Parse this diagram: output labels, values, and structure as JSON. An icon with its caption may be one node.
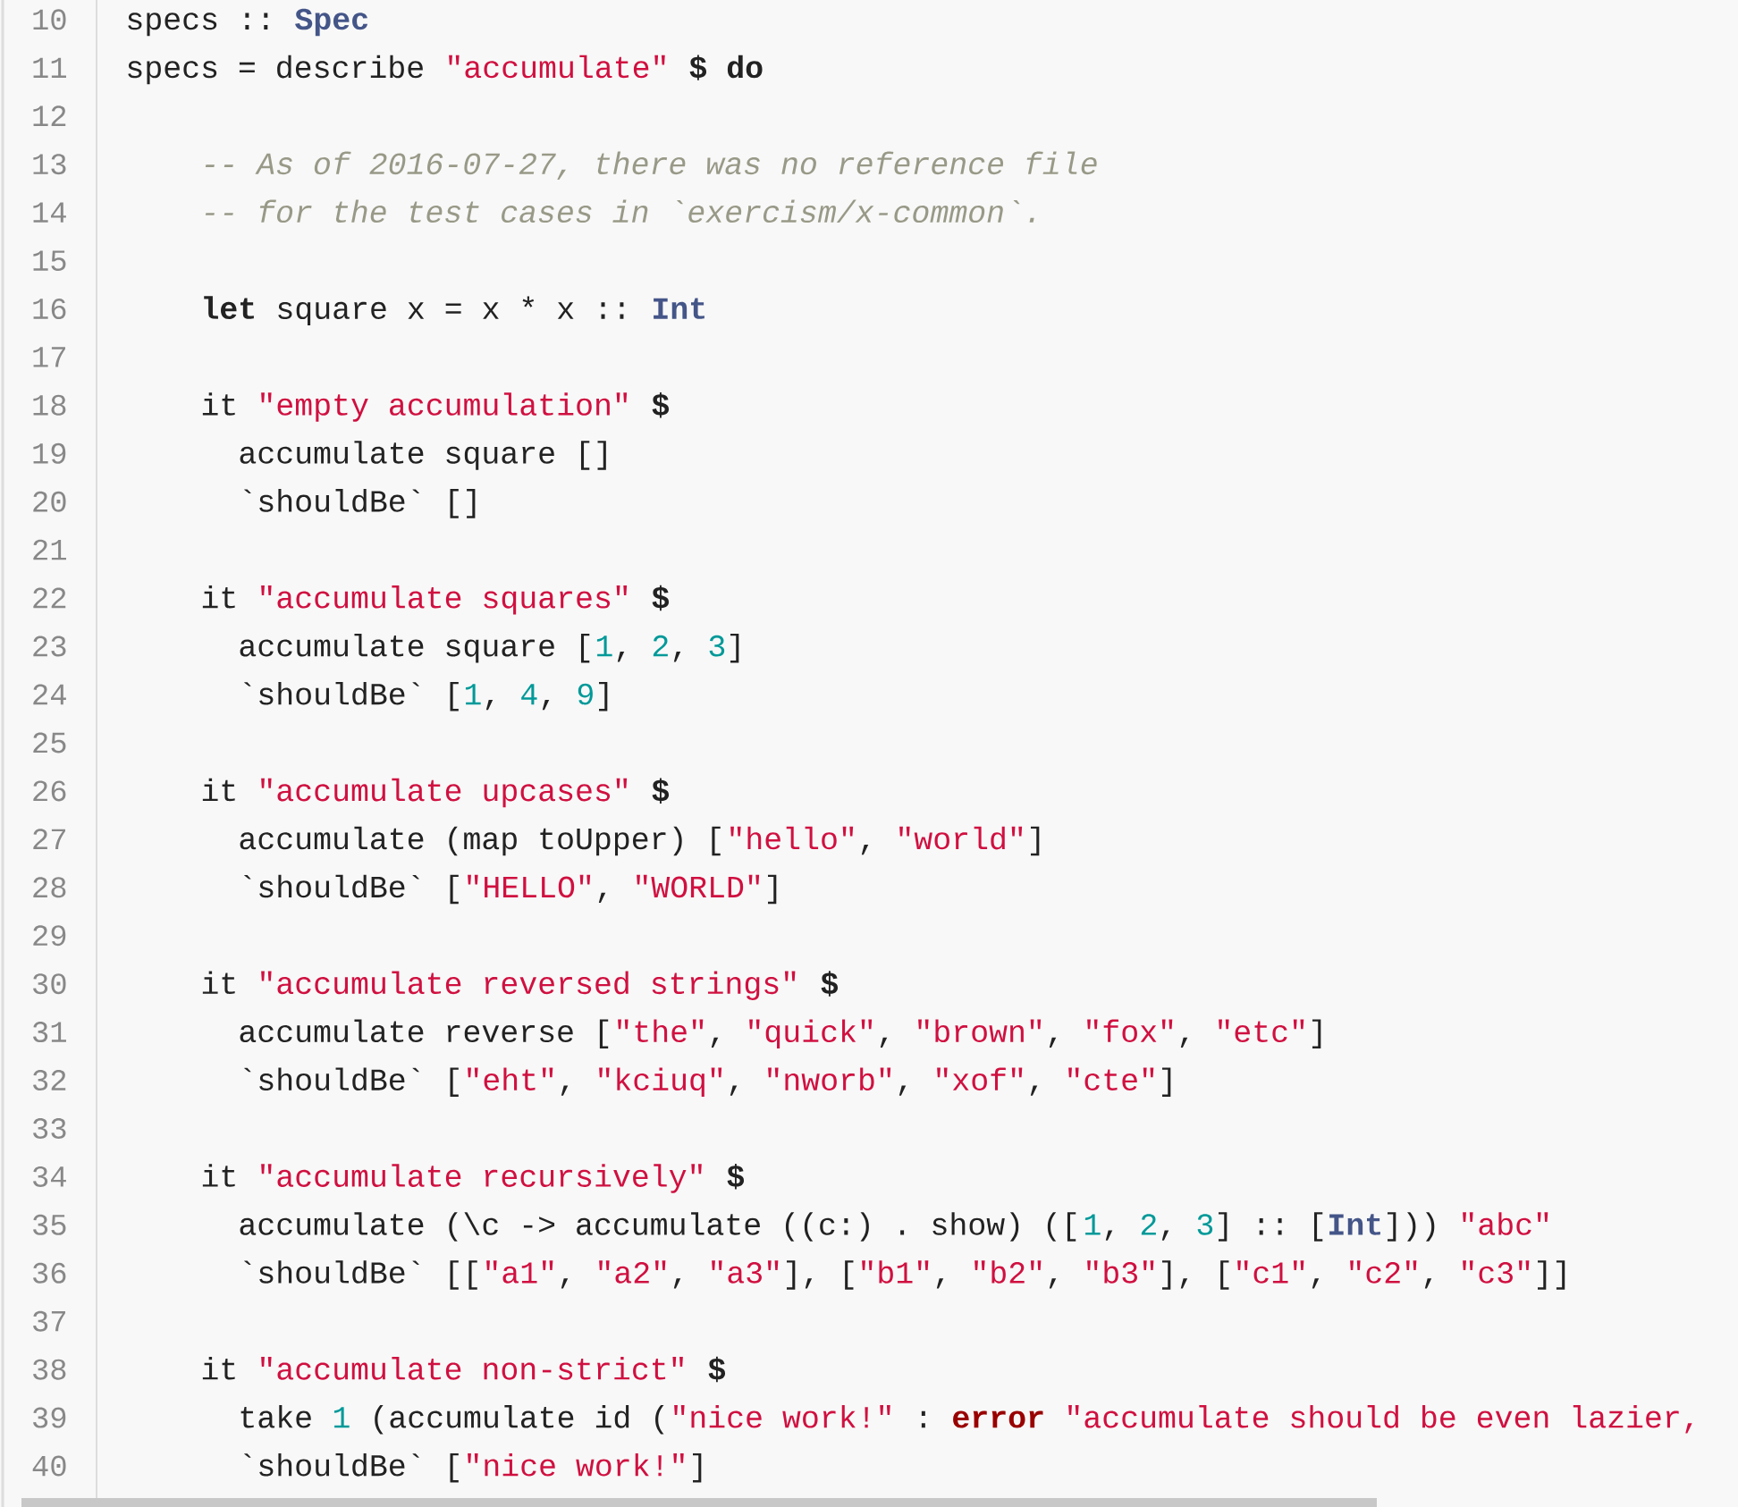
{
  "diagram": {
    "labels": [
      "10",
      "specs ::",
      "Spec",
      "11",
      "specs = describe",
      "\"accumulate\"",
      "$ do",
      "12",
      "13",
      "-- As of 2016-07-27, there was no reference file",
      "14",
      "-- for the test cases in `exercism/x-common`.",
      "15",
      "16",
      "let",
      "square x = x * x ::",
      "Int",
      "17",
      "18",
      "it",
      "\"empty accumulation\"",
      "$",
      "19",
      "accumulate square []",
      "20",
      "`shouldBe` []",
      "21",
      "22",
      "it",
      "\"accumulate squares\"",
      "$",
      "23",
      "accumulate square [",
      "1",
      ",",
      "2",
      ",",
      "3",
      "]",
      "24",
      "`shouldBe` [",
      "1",
      ",",
      "4",
      ",",
      "9",
      "]",
      "25",
      "26",
      "it",
      "\"accumulate upcases\"",
      "$",
      "27",
      "accumulate (map toUpper) [",
      "\"hello\"",
      ",",
      "\"world\"",
      "]",
      "28",
      "`shouldBe` [",
      "\"HELLO\"",
      ",",
      "\"WORLD\"",
      "]",
      "29",
      "30",
      "it",
      "\"accumulate reversed strings\"",
      "$",
      "31",
      "accumulate reverse [",
      "\"the\"",
      ",",
      "\"quick\"",
      ",",
      "\"brown\"",
      ",",
      "\"fox\"",
      ",",
      "\"etc\"",
      "]",
      "32",
      "`shouldBe` [",
      "\"eht\"",
      ",",
      "\"kciuq\"",
      ",",
      "\"nworb\"",
      ",",
      "\"xof\"",
      ",",
      "\"cte\"",
      "]",
      "33",
      "34",
      "it",
      "\"accumulate recursively\"",
      "$",
      "35",
      "accumulate (\\c -> accumulate ((c:) . show) ([",
      "1",
      ",",
      "2",
      ",",
      "3",
      "] :: [",
      "Int",
      "]))",
      "\"abc\"",
      "36",
      "`shouldBe` [[",
      "\"a1\"",
      ",",
      "\"a2\"",
      ",",
      "\"a3\"",
      "], [",
      "\"b1\"",
      ",",
      "\"b2\"",
      ",",
      "\"b3\"",
      "], [",
      "\"c1\"",
      ",",
      "\"c2\"",
      ",",
      "\"c3\"",
      "]]",
      "37",
      "38",
      "it",
      "\"accumulate non-strict\"",
      "$",
      "39",
      "take",
      "1",
      "(accumulate id (",
      "\"nice work!\"",
      ":",
      "error",
      "\"accumulate should be even lazier,",
      "40",
      "`shouldBe` [",
      "\"nice work!\"",
      "]"
    ]
  }
}
